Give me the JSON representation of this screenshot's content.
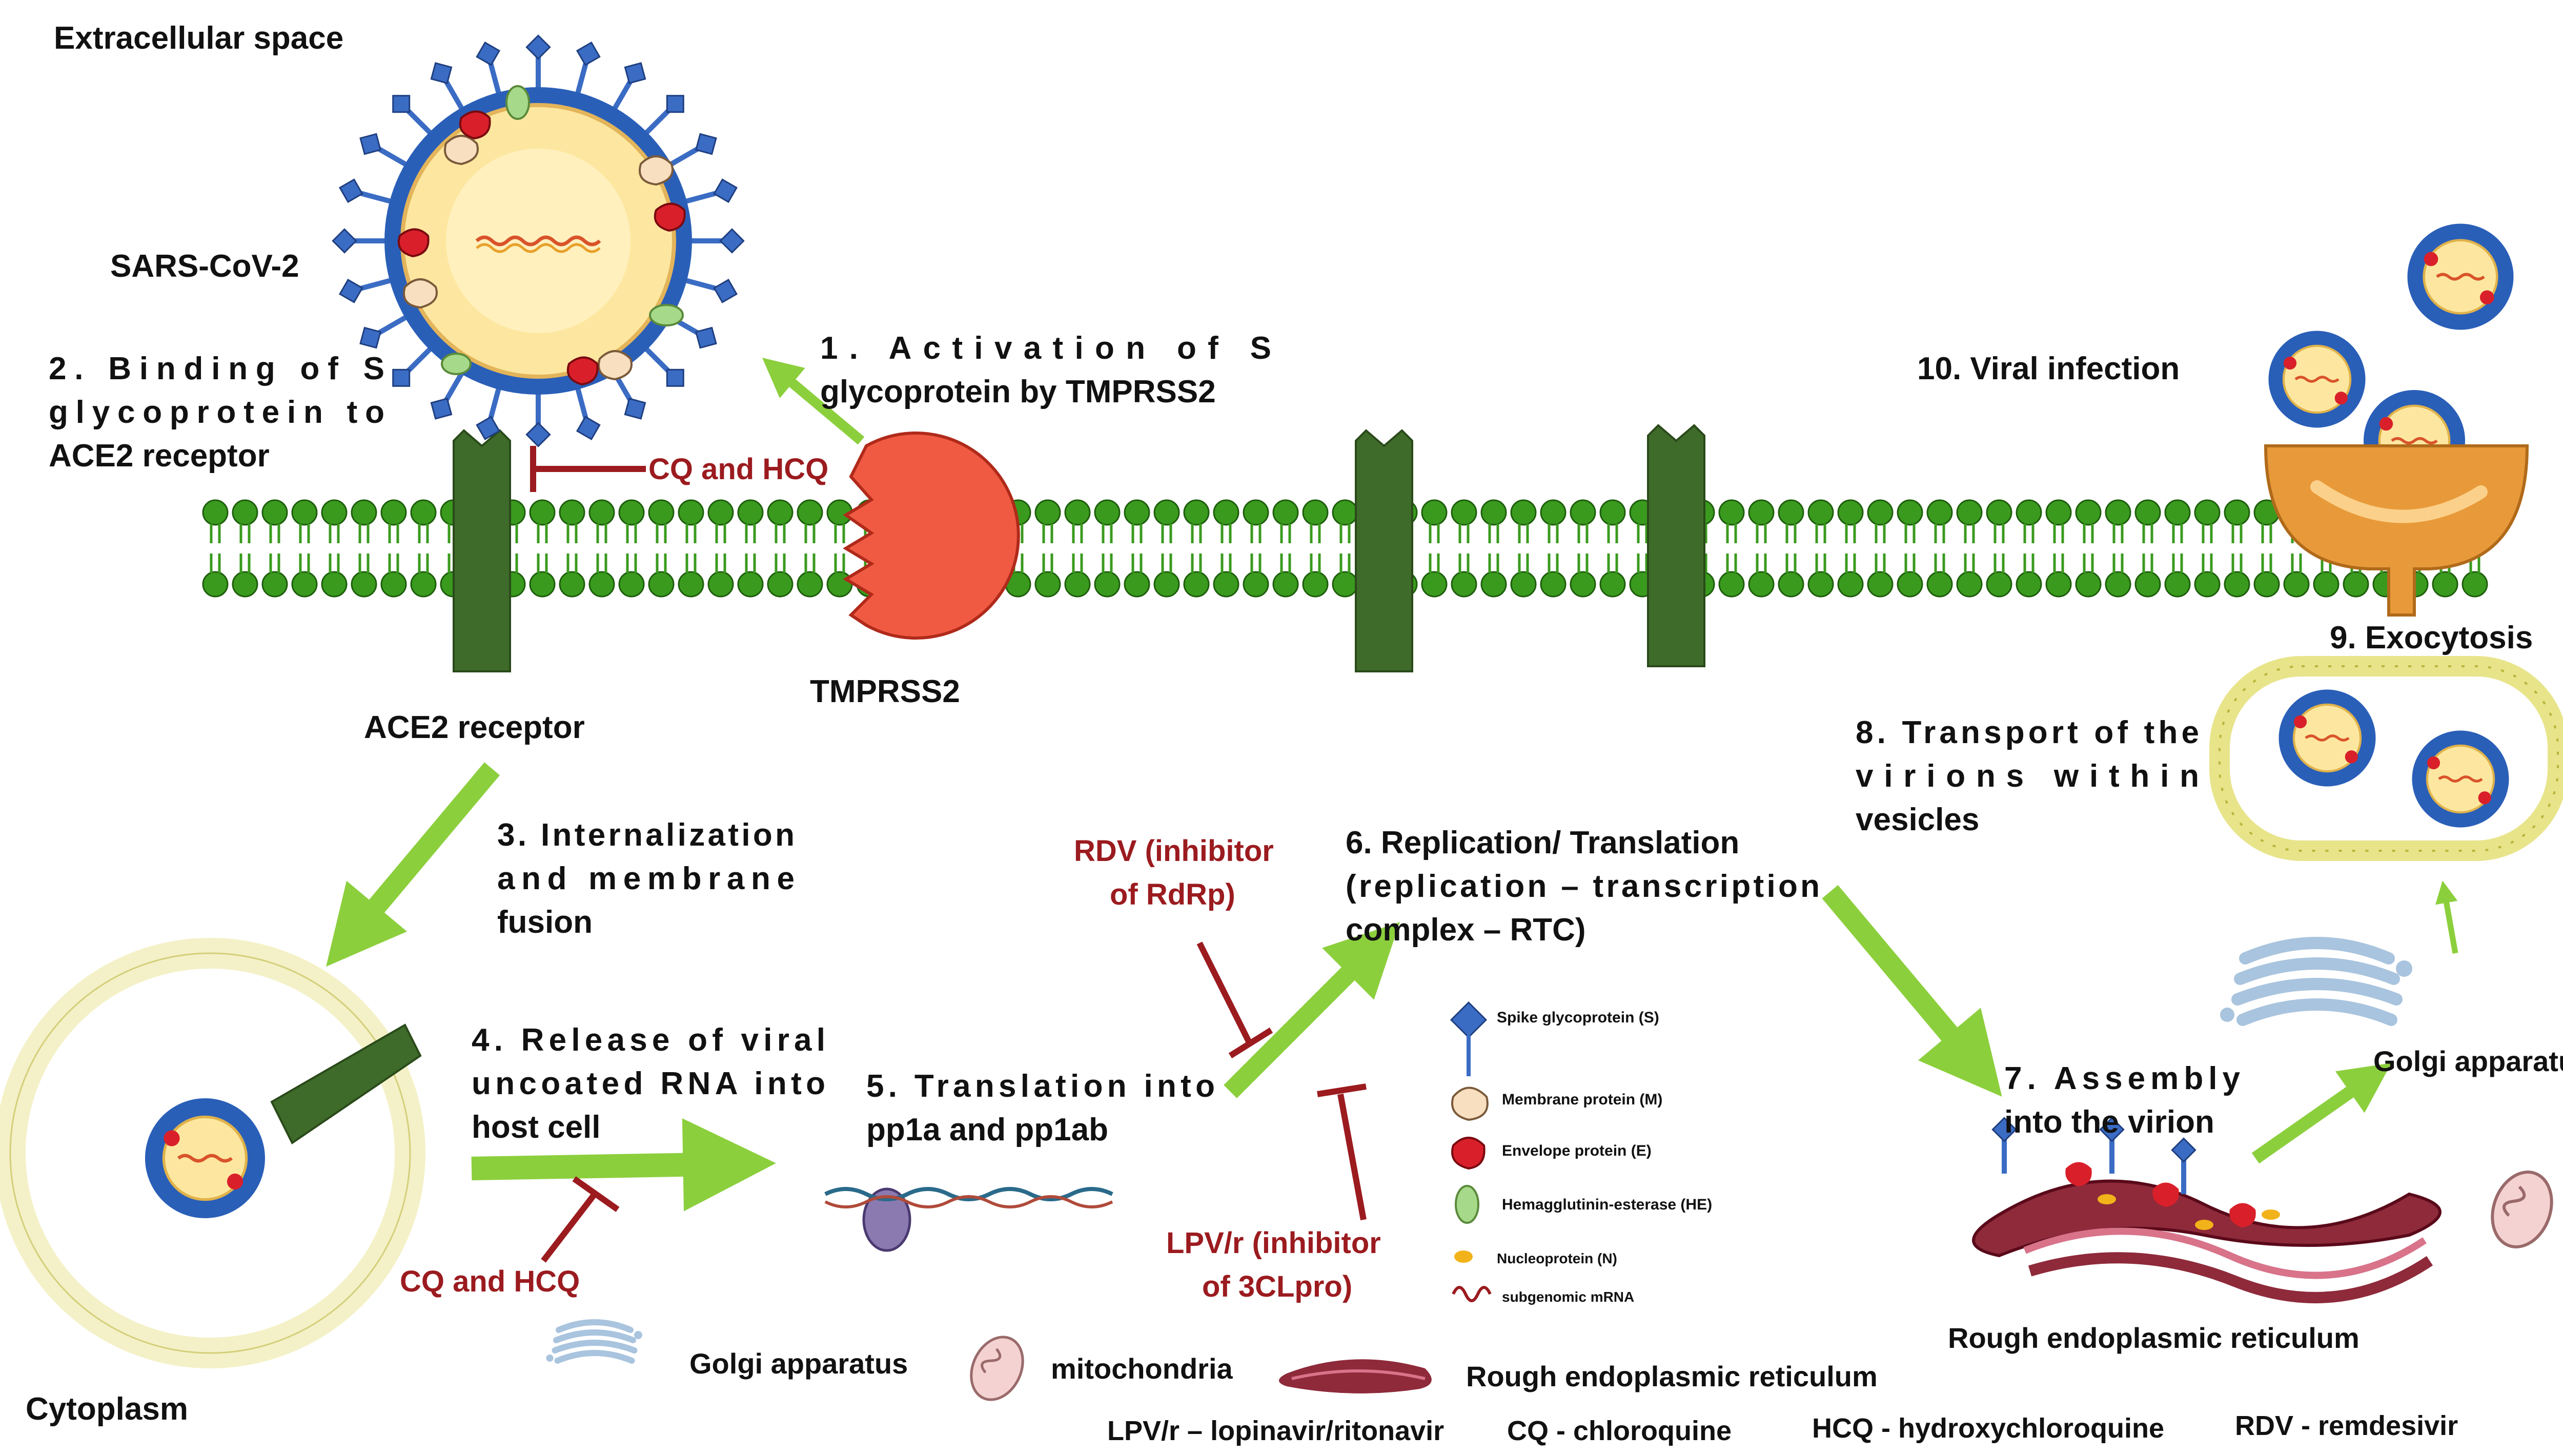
{
  "regions": {
    "extracellular": "Extracellular space",
    "cytoplasm": "Cytoplasm"
  },
  "virus": {
    "name": "SARS-CoV-2"
  },
  "membrane": {
    "ace2": "ACE2 receptor",
    "tmprss2": "TMPRSS2"
  },
  "steps": {
    "s1": [
      "1.   Activation   of   S",
      "glycoprotein by TMPRSS2"
    ],
    "s2": [
      "2.  Binding  of  S",
      "glycoprotein     to",
      "ACE2 receptor"
    ],
    "s3": [
      "3.  Internalization",
      "and      membrane",
      "fusion"
    ],
    "s4": [
      "4.  Release  of  viral",
      "uncoated  RNA  into",
      "host cell"
    ],
    "s5": [
      "5.  Translation  into",
      "pp1a and pp1ab"
    ],
    "s6": [
      "6. Replication/ Translation",
      "(replication  –  transcription",
      "complex – RTC)"
    ],
    "s7": [
      "7.    Assembly",
      "into the virion"
    ],
    "s8": [
      "8.  Transport  of  the",
      "virions         within",
      "vesicles"
    ],
    "s9": "9. Exocytosis",
    "s10": "10. Viral infection"
  },
  "inhibitors": {
    "cq_hcq_entry": "CQ and HCQ",
    "cq_hcq_release": "CQ and HCQ",
    "rdv": [
      "RDV (inhibitor",
      "of RdRp)"
    ],
    "lpv": [
      "LPV/r (inhibitor",
      "of 3CLpro)"
    ]
  },
  "organelles": {
    "rer_label": "Rough endoplasmic reticulum",
    "golgi_label": "Golgi apparatus"
  },
  "key_proteins": {
    "spike": "Spike glycoprotein (S)",
    "membrane": "Membrane protein (M)",
    "envelope": "Envelope protein (E)",
    "he": "Hemagglutinin-esterase (HE)",
    "nucleo": "Nucleoprotein (N)",
    "mrna": "subgenomic mRNA"
  },
  "legend": {
    "golgi": "Golgi apparatus",
    "mito": "mitochondria",
    "rer": "Rough endoplasmic reticulum"
  },
  "abbreviations": {
    "lpv": "LPV/r – lopinavir/ritonavir",
    "cq": "CQ - chloroquine",
    "hcq": "HCQ - hydroxychloroquine",
    "rdv": "RDV - remdesivir"
  },
  "colors": {
    "membrane_green": "#3a9a1e",
    "receptor_green": "#3f6b2a",
    "arrow_green": "#8ccf3d",
    "inhibitor_red": "#9b1b1f",
    "tmprss2_red": "#f05a43",
    "spike_blue": "#3b6cc4",
    "virion_core": "#fde7a0",
    "golgi_blue": "#a9c4de",
    "rer_red": "#8e2a3a",
    "vesicle_yellow": "#e8e48a",
    "exocytosis_orange": "#e89a3a"
  }
}
